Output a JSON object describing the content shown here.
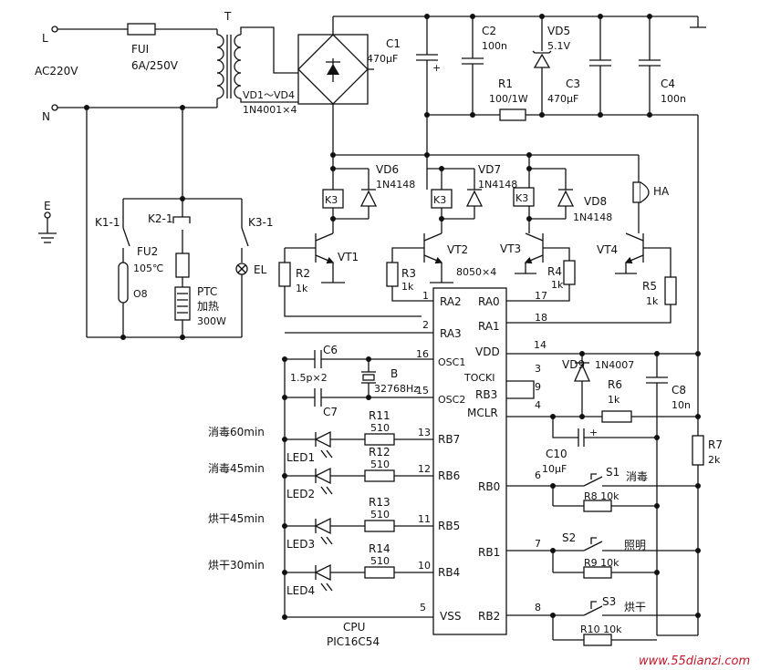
{
  "labels": {
    "L": "L",
    "N": "N",
    "E": "E",
    "ac": "AC220V",
    "fu1": "FUI",
    "fu1_val": "6A/250V",
    "t": "T",
    "bridge": "VD1～VD4",
    "bridge_val": "1N4001×4",
    "c1": "C1",
    "c1_val": "470μF",
    "c2": "C2",
    "c2_val": "100n",
    "vd5": "VD5",
    "vd5_val": "5.1V",
    "r1": "R1",
    "r1_val": "100/1W",
    "c3": "C3",
    "c3_val": "470μF",
    "c4": "C4",
    "c4_val": "100n",
    "k11": "K1-1",
    "k21": "K2-1",
    "k31": "K3-1",
    "fu2": "FU2",
    "fu2_val": "105℃",
    "o8": "O8",
    "ptc": "PTC",
    "ptc_name": "加热",
    "ptc_val": "300W",
    "el": "EL",
    "vd6": "VD6",
    "vd6_val": "1N4148",
    "vd7": "VD7",
    "vd7_val": "1N4148",
    "vd8": "VD8",
    "vd8_val": "1N4148",
    "k3a": "K3",
    "k3b": "K3",
    "k3c": "K3",
    "ha": "HA",
    "vt1": "VT1",
    "vt2": "VT2",
    "vt3": "VT3",
    "vt4": "VT4",
    "vt_val": "8050×4",
    "r2": "R2",
    "r2_val": "1k",
    "r3": "R3",
    "r3_val": "1k",
    "r4": "R4",
    "r4_val": "1k",
    "r5": "R5",
    "r5_val": "1k",
    "c6": "C6",
    "c7": "C7",
    "cap_val": "1.5p×2",
    "b": "B",
    "b_val": "32768Hz",
    "vd9": "VD9",
    "vd9_val": "1N4007",
    "r6": "R6",
    "r6_val": "1k",
    "c8": "C8",
    "c8_val": "10n",
    "r7": "R7",
    "r7_val": "2k",
    "c10": "C10",
    "c10_val": "10μF",
    "s1": "S1",
    "s1_name": "消毒",
    "s2": "S2",
    "s2_name": "照明",
    "s3": "S3",
    "s3_name": "烘干",
    "r8": "R8 10k",
    "r9": "R9 10k",
    "r10": "R10 10k",
    "cpu": "CPU",
    "cpu_part": "PIC16C54",
    "watermark": "www.55dianzi.com"
  },
  "leds": [
    {
      "mode": "消毒60min",
      "led": "LED1",
      "res": "R11",
      "val": "510",
      "pin": "13",
      "port": "RB7"
    },
    {
      "mode": "消毒45min",
      "led": "LED2",
      "res": "R12",
      "val": "510",
      "pin": "12",
      "port": "RB6"
    },
    {
      "mode": "烘干45min",
      "led": "LED3",
      "res": "R13",
      "val": "510",
      "pin": "11",
      "port": "RB5"
    },
    {
      "mode": "烘干30min",
      "led": "LED4",
      "res": "R14",
      "val": "510",
      "pin": "10",
      "port": "RB4"
    }
  ],
  "chip": {
    "left_pins": [
      {
        "num": "1",
        "name": "RA2"
      },
      {
        "num": "2",
        "name": "RA3"
      },
      {
        "num": "16",
        "name": "OSC1"
      },
      {
        "num": "15",
        "name": "OSC2"
      },
      {
        "num": "5",
        "name": "VSS"
      }
    ],
    "right_pins": [
      {
        "num": "17",
        "name": "RA0"
      },
      {
        "num": "18",
        "name": "RA1"
      },
      {
        "num": "14",
        "name": "VDD"
      },
      {
        "num": "3",
        "name": "TOCKI"
      },
      {
        "num": "9",
        "name": "RB3"
      },
      {
        "num": "4",
        "name": "MCLR"
      },
      {
        "num": "6",
        "name": "RB0"
      },
      {
        "num": "7",
        "name": "RB1"
      },
      {
        "num": "8",
        "name": "RB2"
      }
    ]
  }
}
